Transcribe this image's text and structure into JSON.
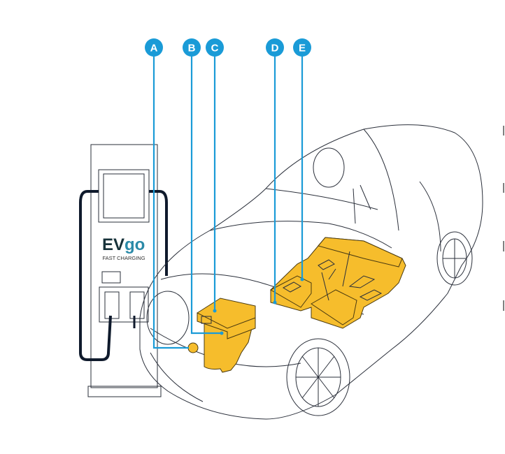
{
  "charger": {
    "brand_ev": "EV",
    "brand_go": "go",
    "subtitle": "FAST CHARGING"
  },
  "callouts": [
    {
      "letter": "A"
    },
    {
      "letter": "B"
    },
    {
      "letter": "C"
    },
    {
      "letter": "D"
    },
    {
      "letter": "E"
    }
  ],
  "colors": {
    "callout": "#1a9bd7",
    "component": "#f6bd2c",
    "cable": "#0f1a2c",
    "logo_ev": "#17323a",
    "logo_go": "#2b8aa8"
  }
}
